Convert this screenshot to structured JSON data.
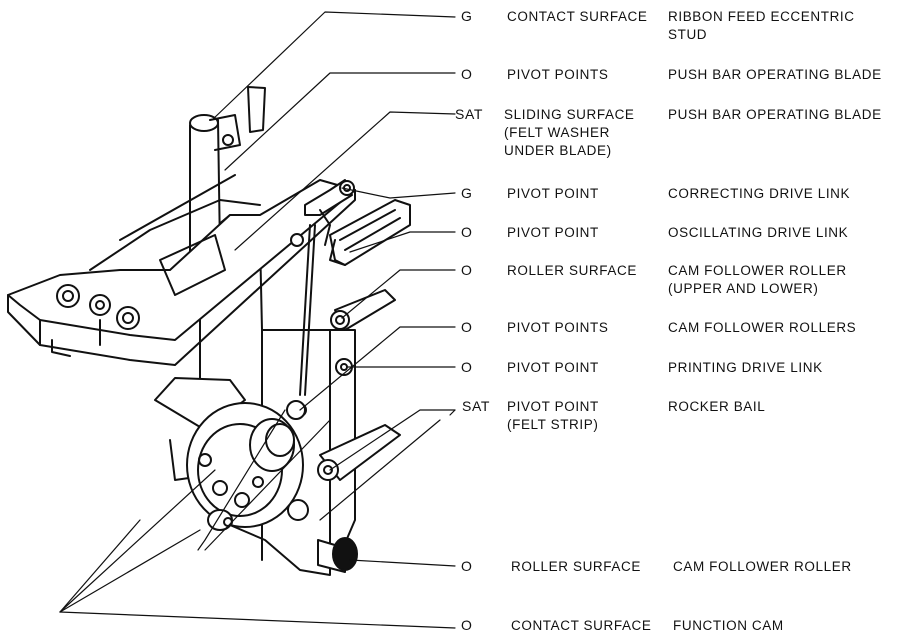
{
  "callouts": [
    {
      "code": "G",
      "location": "CONTACT SURFACE",
      "location2": "",
      "part": "RIBBON FEED ECCENTRIC",
      "part2": "STUD"
    },
    {
      "code": "O",
      "location": "PIVOT POINTS",
      "location2": "",
      "part": "PUSH BAR OPERATING BLADE",
      "part2": ""
    },
    {
      "code": "SAT",
      "location": "SLIDING SURFACE",
      "location2": "(FELT WASHER",
      "location3": "UNDER BLADE)",
      "part": "PUSH BAR OPERATING BLADE",
      "part2": ""
    },
    {
      "code": "G",
      "location": "PIVOT POINT",
      "location2": "",
      "part": "CORRECTING DRIVE LINK",
      "part2": ""
    },
    {
      "code": "O",
      "location": "PIVOT POINT",
      "location2": "",
      "part": "OSCILLATING DRIVE LINK",
      "part2": ""
    },
    {
      "code": "O",
      "location": "ROLLER SURFACE",
      "location2": "",
      "part": "CAM FOLLOWER ROLLER",
      "part2": "(UPPER AND LOWER)"
    },
    {
      "code": "O",
      "location": "PIVOT POINTS",
      "location2": "",
      "part": "CAM FOLLOWER ROLLERS",
      "part2": ""
    },
    {
      "code": "O",
      "location": "PIVOT POINT",
      "location2": "",
      "part": "PRINTING DRIVE LINK",
      "part2": ""
    },
    {
      "code": "SAT",
      "location": "PIVOT POINT",
      "location2": "(FELT STRIP)",
      "part": "ROCKER BAIL",
      "part2": ""
    },
    {
      "code": "O",
      "location": "ROLLER SURFACE",
      "location2": "",
      "part": "CAM FOLLOWER ROLLER",
      "part2": ""
    },
    {
      "code": "O",
      "location": "CONTACT SURFACE",
      "location2": "",
      "part": "FUNCTION CAM",
      "part2": ""
    }
  ]
}
